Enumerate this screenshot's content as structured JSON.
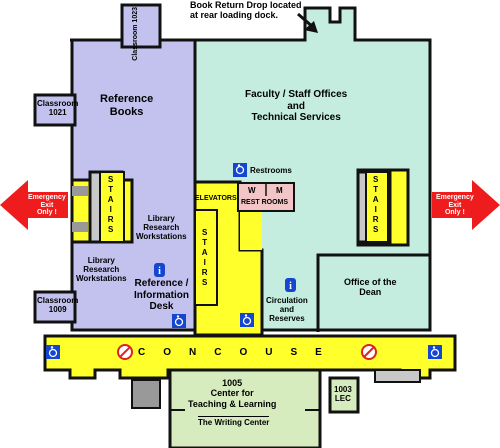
{
  "notice": "Book Return Drop located\nat rear loading dock.",
  "rooms": {
    "classroom_1023": "Classroom\n1023",
    "classroom_1021": "Classroom\n1021",
    "classroom_1009": "Classroom\n1009",
    "reference_books": "Reference\nBooks",
    "faculty_offices": "Faculty / Staff Offices\nand\nTechnical Services",
    "restrooms_label": "Restrooms",
    "rest_rooms": "REST ROOMS",
    "women": "W",
    "men": "M",
    "elevators": "ELEVATORS",
    "stairs": "STAIRS",
    "library_research_1": "Library\nResearch\nWorkstations",
    "library_research_2": "Library\nResearch\nWorkstations",
    "reference_desk": "Reference /\nInformation\nDesk",
    "circulation": "Circulation\nand\nReserves",
    "office_dean": "Office of the\nDean",
    "concourse": "CONCOUSE",
    "center_teaching": "1005\nCenter for\nTeaching & Learning",
    "writing_center": "The Writing Center",
    "lec_1003": "1003\nLEC"
  },
  "exits": {
    "left": "Emergency\nExit\nOnly !",
    "right": "Emergency\nExit\nOnly !"
  },
  "icons": [
    "wheelchair-icon",
    "information-icon",
    "no-food-icon",
    "arrow-icon",
    "emergency-exit-arrow-icon"
  ],
  "colors": {
    "reference_area": "#c3c2ef",
    "offices_area": "#c4eddf",
    "concourse": "#ffff2b",
    "center_area": "#d6ecbe",
    "restroom": "#f2c6c6",
    "exit_red": "#ee1c1c",
    "wall": "#111111",
    "accessible_blue": "#1546d0"
  }
}
